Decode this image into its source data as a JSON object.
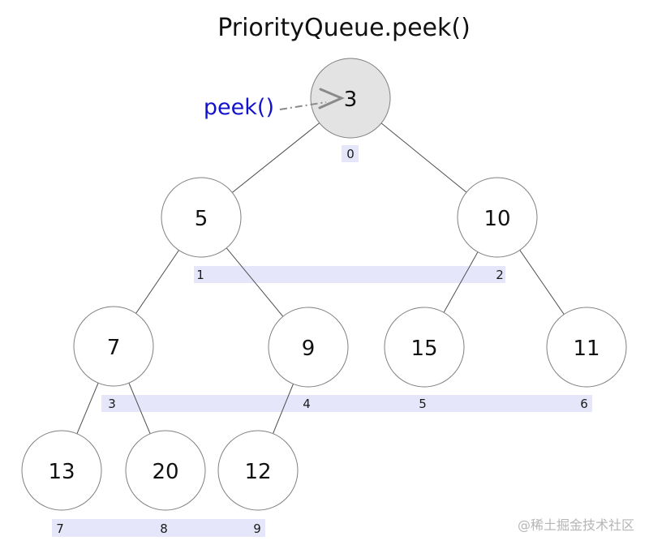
{
  "title": "PriorityQueue.peek()",
  "peek_annotation": {
    "label": "peek()",
    "color": "#1212cd",
    "points_to_index": 0
  },
  "watermark": "@稀土掘金技术社区",
  "colors": {
    "background": "#ffffff",
    "highlighted_node_fill": "#e3e3e3",
    "node_fill": "#ffffff",
    "node_stroke": "#808080",
    "index_bar_fill": "#e6e6fa",
    "edge": "#4d4d4d",
    "annotation_blue": "#1212cd",
    "arrow_gray": "#8a8a8a",
    "watermark_gray": "#b5b5b5"
  },
  "chart_data": {
    "type": "tree",
    "title": "PriorityQueue.peek()",
    "structure": "binary-min-heap",
    "operation": "peek",
    "peek_result": 3,
    "heap_array": [
      3,
      5,
      10,
      7,
      9,
      15,
      11,
      13,
      20,
      12
    ],
    "nodes": [
      {
        "index": "0",
        "value": "3",
        "highlighted": true
      },
      {
        "index": "1",
        "value": "5",
        "highlighted": false
      },
      {
        "index": "2",
        "value": "10",
        "highlighted": false
      },
      {
        "index": "3",
        "value": "7",
        "highlighted": false
      },
      {
        "index": "4",
        "value": "9",
        "highlighted": false
      },
      {
        "index": "5",
        "value": "15",
        "highlighted": false
      },
      {
        "index": "6",
        "value": "11",
        "highlighted": false
      },
      {
        "index": "7",
        "value": "13",
        "highlighted": false
      },
      {
        "index": "8",
        "value": "20",
        "highlighted": false
      },
      {
        "index": "9",
        "value": "12",
        "highlighted": false
      }
    ],
    "edges": [
      [
        0,
        1
      ],
      [
        0,
        2
      ],
      [
        1,
        3
      ],
      [
        1,
        4
      ],
      [
        2,
        5
      ],
      [
        2,
        6
      ],
      [
        3,
        7
      ],
      [
        3,
        8
      ],
      [
        4,
        9
      ]
    ]
  }
}
